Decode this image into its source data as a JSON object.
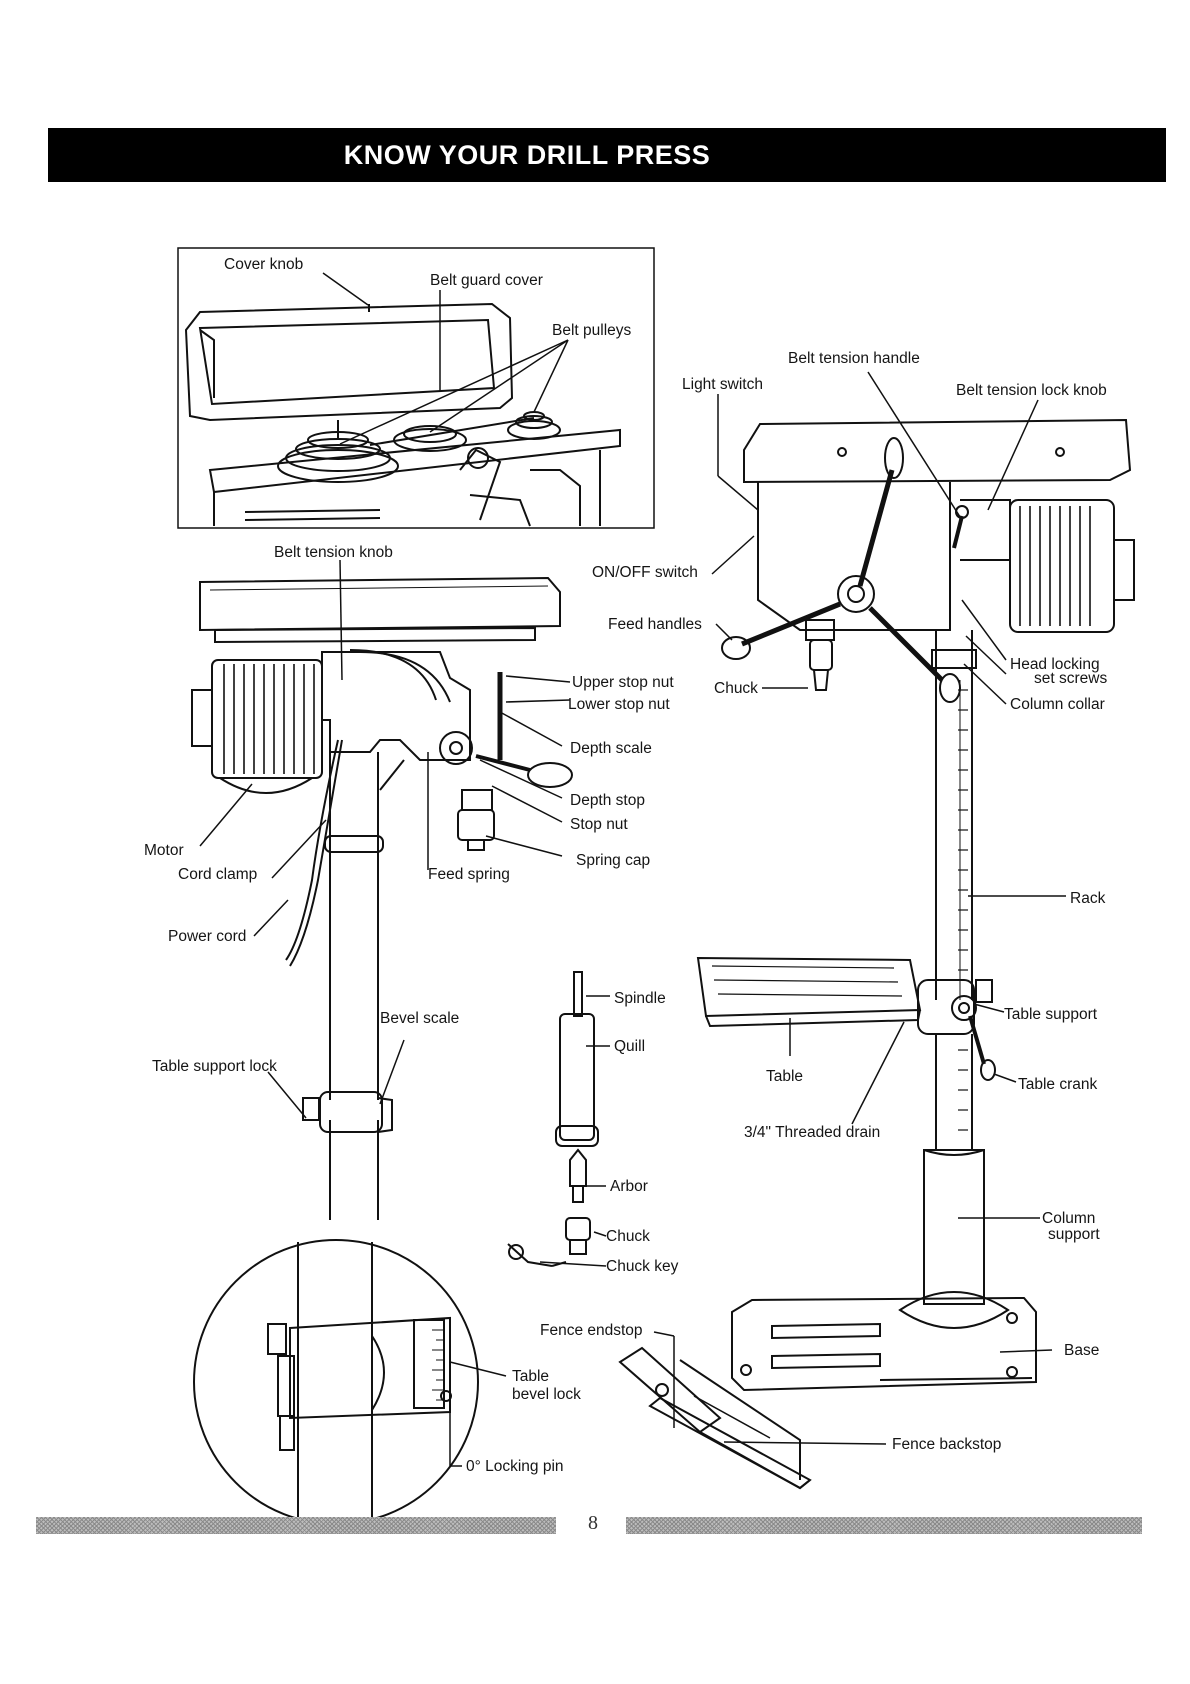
{
  "header": {
    "title": "KNOW YOUR DRILL PRESS"
  },
  "labels": {
    "cover_knob": "Cover knob",
    "belt_guard_cover": "Belt guard cover",
    "belt_pulleys": "Belt pulleys",
    "belt_tension_knob": "Belt tension knob",
    "belt_tension_handle": "Belt tension handle",
    "light_switch": "Light switch",
    "belt_tension_lock_knob": "Belt tension lock knob",
    "on_off_switch": "ON/OFF switch",
    "feed_handles": "Feed handles",
    "upper_stop_nut": "Upper stop nut",
    "lower_stop_nut": "Lower stop nut",
    "chuck_main": "Chuck",
    "head_locking": "Head locking",
    "set_screws": "set screws",
    "column_collar": "Column collar",
    "depth_scale": "Depth scale",
    "depth_stop": "Depth stop",
    "stop_nut": "Stop nut",
    "spring_cap": "Spring cap",
    "motor": "Motor",
    "cord_clamp": "Cord clamp",
    "feed_spring": "Feed spring",
    "power_cord": "Power cord",
    "rack": "Rack",
    "spindle": "Spindle",
    "quill": "Quill",
    "bevel_scale": "Bevel scale",
    "table_support": "Table support",
    "table_support_lock": "Table support lock",
    "table": "Table",
    "table_crank": "Table crank",
    "threaded_drain": "3/4\" Threaded drain",
    "arbor": "Arbor",
    "chuck_parts": "Chuck",
    "chuck_key": "Chuck key",
    "column": "Column",
    "support": "support",
    "fence_endstop": "Fence endstop",
    "base": "Base",
    "table_bevel_lock_1": "Table",
    "table_bevel_lock_2": "bevel lock",
    "fence_backstop": "Fence backstop",
    "locking_pin": "0° Locking pin"
  },
  "footer": {
    "page_number": "8"
  }
}
